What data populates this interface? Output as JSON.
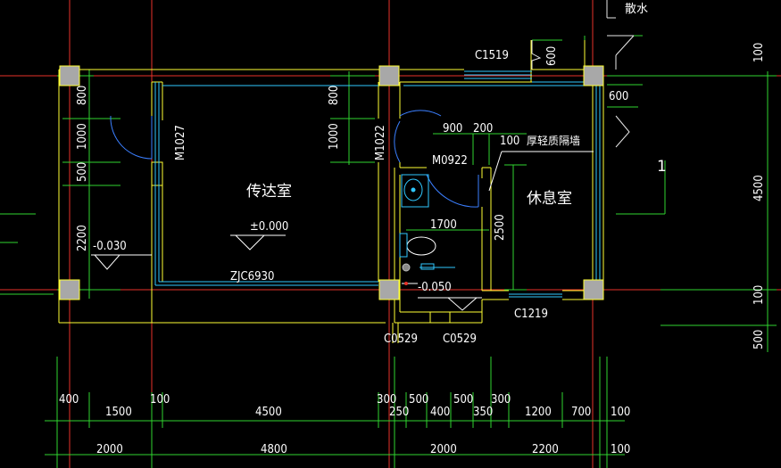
{
  "drawing": {
    "rooms": {
      "guard": "传达室",
      "rest": "休息室"
    },
    "elevations": {
      "main": "±0.000",
      "left": "-0.030",
      "wc": "-0.050"
    },
    "openings": {
      "c1519": "C1519",
      "c1219": "C1219",
      "c0529_a": "C0529",
      "c0529_b": "C0529",
      "m1027": "M1027",
      "m1022": "M1022",
      "m0922": "M0922",
      "zjc6930": "ZJC6930"
    },
    "notes": {
      "partition": "厚轻质隔墙",
      "scatter": "散水",
      "axis_1": "1"
    },
    "dims": {
      "d600a": "600",
      "d600b": "600",
      "d900": "900",
      "d200": "200",
      "d100p": "100",
      "d1700": "1700",
      "d2500": "2500",
      "l800a": "800",
      "l1000a": "1000",
      "l500": "500",
      "l2200": "2200",
      "m800": "800",
      "m1000": "1000",
      "r100a": "100",
      "r4500": "4500",
      "r100b": "100",
      "r500": "500",
      "b1": [
        "400",
        "1500",
        "100",
        "4500",
        "300",
        "250",
        "500",
        "400",
        "500",
        "350",
        "300",
        "1200",
        "700",
        "100"
      ],
      "b2": [
        "2000",
        "4800",
        "2000",
        "2200",
        "100"
      ]
    }
  }
}
